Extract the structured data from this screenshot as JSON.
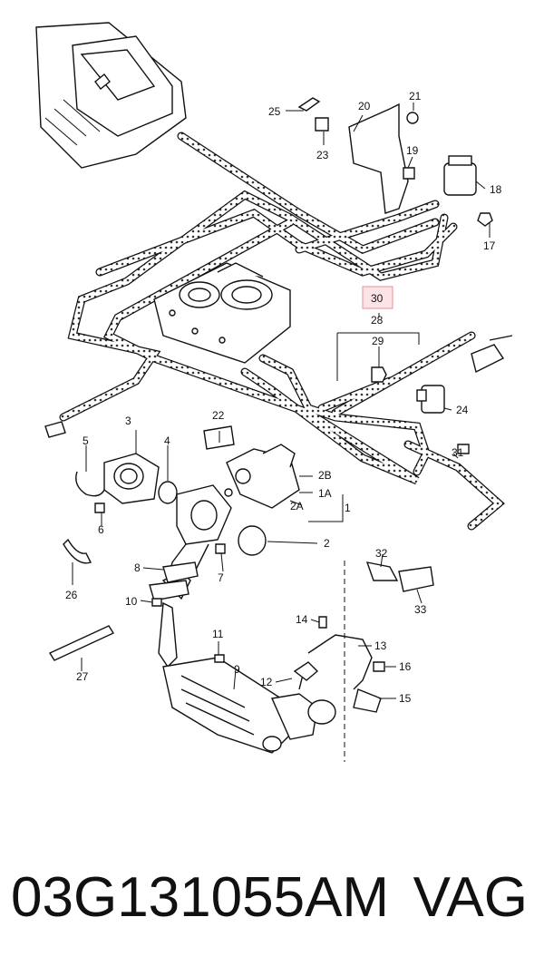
{
  "diagram": {
    "highlight_color": "#e8a0a8",
    "labels": {
      "l1": "1",
      "l1A": "1A",
      "l2": "2",
      "l2A": "2A",
      "l2B": "2B",
      "l3": "3",
      "l4": "4",
      "l5": "5",
      "l6": "6",
      "l7": "7",
      "l8": "8",
      "l9": "9",
      "l10": "10",
      "l11": "11",
      "l12": "12",
      "l13": "13",
      "l14": "14",
      "l15": "15",
      "l16": "16",
      "l17": "17",
      "l18": "18",
      "l19": "19",
      "l20": "20",
      "l21": "21",
      "l22": "22",
      "l23": "23",
      "l24": "24",
      "l25": "25",
      "l26": "26",
      "l27": "27",
      "l28": "28",
      "l29": "29",
      "l30": "30",
      "l31": "31",
      "l32": "32",
      "l33": "33"
    }
  },
  "caption": {
    "part_number": "03G131055AM",
    "brand": "VAG"
  }
}
